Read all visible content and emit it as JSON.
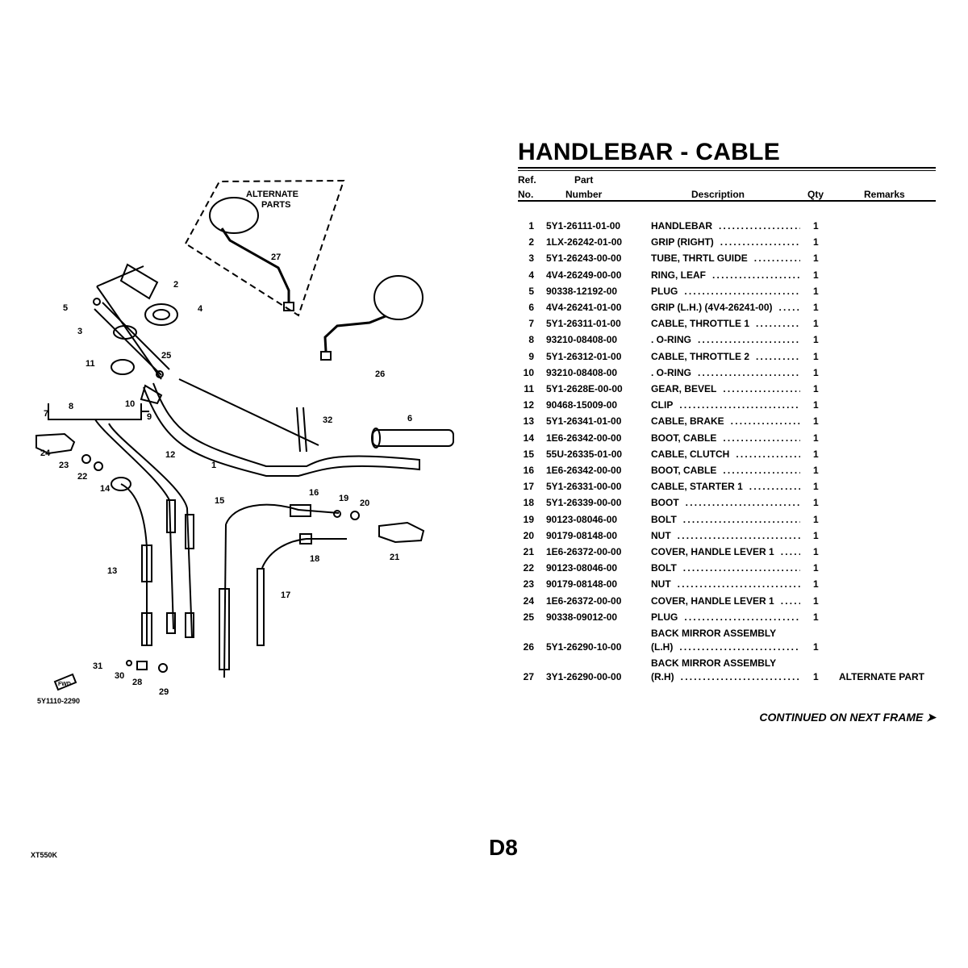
{
  "title": "HANDLEBAR - CABLE",
  "headers": {
    "ref_line1": "Ref.",
    "ref_line2": "No.",
    "part_line1": "Part",
    "part_line2": "Number",
    "description": "Description",
    "qty": "Qty",
    "remarks": "Remarks"
  },
  "rows": [
    {
      "ref": "1",
      "part": "5Y1-26111-01-00",
      "desc": "HANDLEBAR",
      "qty": "1",
      "remarks": ""
    },
    {
      "ref": "2",
      "part": "1LX-26242-01-00",
      "desc": "GRIP (RIGHT)",
      "qty": "1",
      "remarks": ""
    },
    {
      "ref": "3",
      "part": "5Y1-26243-00-00",
      "desc": "TUBE, THRTL GUIDE",
      "qty": "1",
      "remarks": ""
    },
    {
      "ref": "4",
      "part": "4V4-26249-00-00",
      "desc": "RING, LEAF",
      "qty": "1",
      "remarks": ""
    },
    {
      "ref": "5",
      "part": "90338-12192-00",
      "desc": "PLUG",
      "qty": "1",
      "remarks": ""
    },
    {
      "ref": "6",
      "part": "4V4-26241-01-00",
      "desc": "GRIP (L.H.) (4V4-26241-00)",
      "qty": "1",
      "remarks": ""
    },
    {
      "ref": "7",
      "part": "5Y1-26311-01-00",
      "desc": "CABLE, THROTTLE 1",
      "qty": "1",
      "remarks": ""
    },
    {
      "ref": "8",
      "part": "93210-08408-00",
      "desc": ". O-RING",
      "qty": "1",
      "remarks": ""
    },
    {
      "ref": "9",
      "part": "5Y1-26312-01-00",
      "desc": "CABLE, THROTTLE 2",
      "qty": "1",
      "remarks": ""
    },
    {
      "ref": "10",
      "part": "93210-08408-00",
      "desc": ". O-RING",
      "qty": "1",
      "remarks": ""
    },
    {
      "ref": "11",
      "part": "5Y1-2628E-00-00",
      "desc": "GEAR, BEVEL",
      "qty": "1",
      "remarks": ""
    },
    {
      "ref": "12",
      "part": "90468-15009-00",
      "desc": "CLIP",
      "qty": "1",
      "remarks": ""
    },
    {
      "ref": "13",
      "part": "5Y1-26341-01-00",
      "desc": "CABLE, BRAKE",
      "qty": "1",
      "remarks": ""
    },
    {
      "ref": "14",
      "part": "1E6-26342-00-00",
      "desc": "BOOT, CABLE",
      "qty": "1",
      "remarks": ""
    },
    {
      "ref": "15",
      "part": "55U-26335-01-00",
      "desc": "CABLE, CLUTCH",
      "qty": "1",
      "remarks": ""
    },
    {
      "ref": "16",
      "part": "1E6-26342-00-00",
      "desc": "BOOT, CABLE",
      "qty": "1",
      "remarks": ""
    },
    {
      "ref": "17",
      "part": "5Y1-26331-00-00",
      "desc": "CABLE, STARTER 1",
      "qty": "1",
      "remarks": ""
    },
    {
      "ref": "18",
      "part": "5Y1-26339-00-00",
      "desc": "BOOT",
      "qty": "1",
      "remarks": ""
    },
    {
      "ref": "19",
      "part": "90123-08046-00",
      "desc": "BOLT",
      "qty": "1",
      "remarks": ""
    },
    {
      "ref": "20",
      "part": "90179-08148-00",
      "desc": "NUT",
      "qty": "1",
      "remarks": ""
    },
    {
      "ref": "21",
      "part": "1E6-26372-00-00",
      "desc": "COVER, HANDLE LEVER 1",
      "qty": "1",
      "remarks": ""
    },
    {
      "ref": "22",
      "part": "90123-08046-00",
      "desc": "BOLT",
      "qty": "1",
      "remarks": ""
    },
    {
      "ref": "23",
      "part": "90179-08148-00",
      "desc": "NUT",
      "qty": "1",
      "remarks": ""
    },
    {
      "ref": "24",
      "part": "1E6-26372-00-00",
      "desc": "COVER, HANDLE LEVER 1",
      "qty": "1",
      "remarks": ""
    },
    {
      "ref": "25",
      "part": "90338-09012-00",
      "desc": "PLUG",
      "qty": "1",
      "remarks": ""
    },
    {
      "ref": "26",
      "part": "5Y1-26290-10-00",
      "desc_line1": "BACK MIRROR ASSEMBLY",
      "desc": "(L.H)",
      "qty": "1",
      "remarks": ""
    },
    {
      "ref": "27",
      "part": "3Y1-26290-00-00",
      "desc_line1": "BACK MIRROR ASSEMBLY",
      "desc": "(R.H)",
      "qty": "1",
      "remarks": "ALTERNATE PART"
    }
  ],
  "continued": "CONTINUED ON NEXT FRAME ➤",
  "page_number": "D8",
  "model": "XT550K",
  "diagram": {
    "alternate_label_1": "ALTERNATE",
    "alternate_label_2": "PARTS",
    "fwd_label": "FWD",
    "drawing_code": "5Y1110-2290",
    "callouts": [
      "1",
      "2",
      "3",
      "4",
      "5",
      "6",
      "7",
      "8",
      "9",
      "10",
      "11",
      "12",
      "13",
      "14",
      "15",
      "16",
      "17",
      "18",
      "19",
      "20",
      "21",
      "22",
      "23",
      "24",
      "25",
      "26",
      "27",
      "28",
      "29",
      "30",
      "31",
      "32"
    ]
  }
}
